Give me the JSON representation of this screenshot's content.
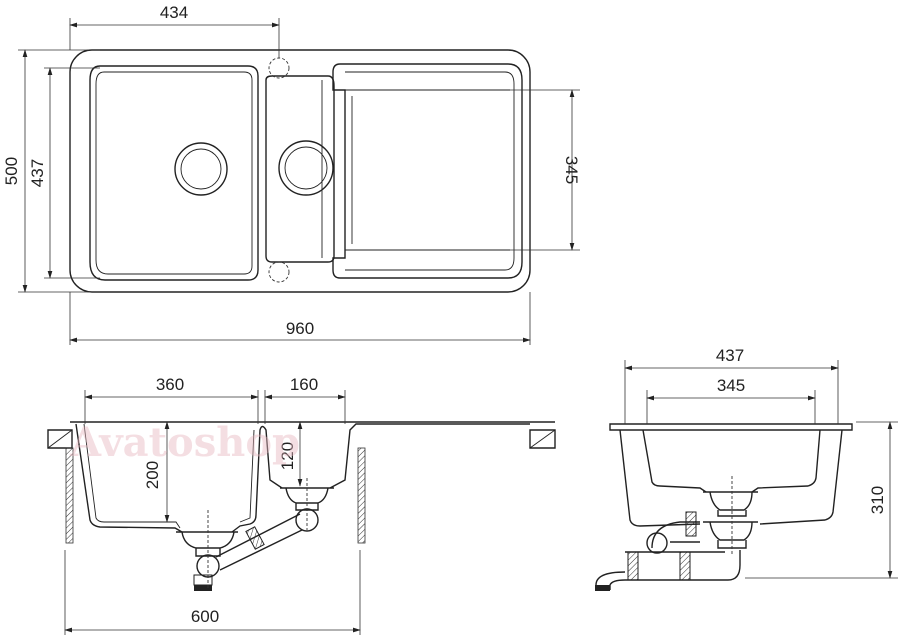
{
  "watermark": "Avatoshop",
  "top_view": {
    "dim_tap_offset": "434",
    "dim_total_depth": "500",
    "dim_bowl_depth": "437",
    "dim_drainer_depth": "345",
    "dim_total_width": "960"
  },
  "front_view": {
    "dim_main_bowl_width": "360",
    "dim_small_bowl_width": "160",
    "dim_main_bowl_depth": "200",
    "dim_small_bowl_depth": "120",
    "dim_cabinet_width": "600"
  },
  "side_view": {
    "dim_outer_width": "437",
    "dim_inner_width": "345",
    "dim_total_height": "310"
  }
}
